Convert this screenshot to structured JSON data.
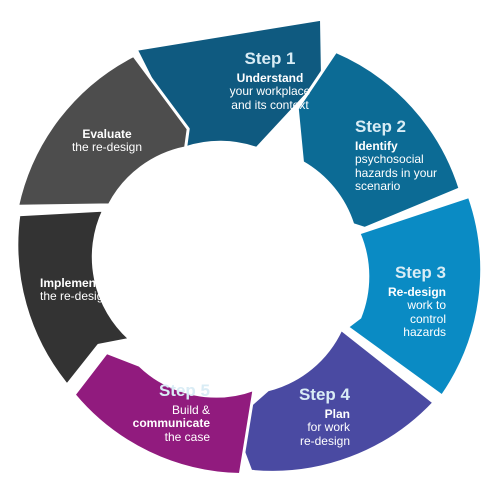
{
  "colors": {
    "step1": "#0f5a80",
    "step2": "#0c6b95",
    "step3": "#0a8bc4",
    "step4": "#4a4aa2",
    "step5": "#911b7e",
    "implement": "#333333",
    "evaluate": "#4d4d4d",
    "background": "#ffffff"
  },
  "cycle": [
    {
      "step": "Step 1",
      "line1": "Understand",
      "line2": "your workplace",
      "line3": "and its context"
    },
    {
      "step": "Step 2",
      "line1": "Identify",
      "line2": "psychosocial",
      "line3": "hazards in your",
      "line4": "scenario"
    },
    {
      "step": "Step 3",
      "line1": "Re-design",
      "line2": "work to",
      "line3": "control",
      "line4": "hazards"
    },
    {
      "step": "Step 4",
      "line1": "Plan",
      "line2": "for work",
      "line3": "re-design"
    },
    {
      "step": "Step 5",
      "line1": "Build &",
      "line2": "communicate",
      "line3": "the case"
    },
    {
      "line1": "Implement",
      "line2": "the re-design"
    },
    {
      "line1": "Evaluate",
      "line2": "the re-design"
    }
  ]
}
